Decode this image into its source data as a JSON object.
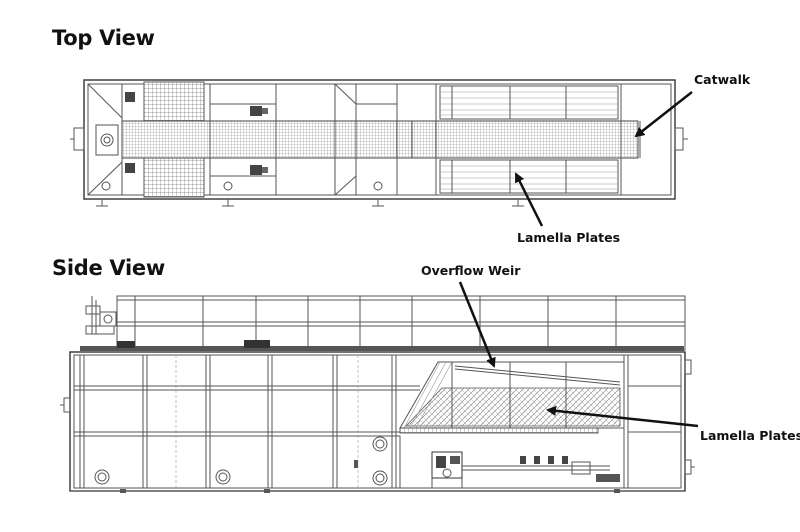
{
  "headings": {
    "top_view": "Top View",
    "side_view": "Side View"
  },
  "callouts": {
    "catwalk": "Catwalk",
    "lamella_plates_top": "Lamella Plates",
    "overflow_weir": "Overflow Weir",
    "lamella_plates_side": "Lamella Plates"
  },
  "colors": {
    "line": "#555555",
    "grating": "#777777",
    "arrow": "#111111"
  }
}
